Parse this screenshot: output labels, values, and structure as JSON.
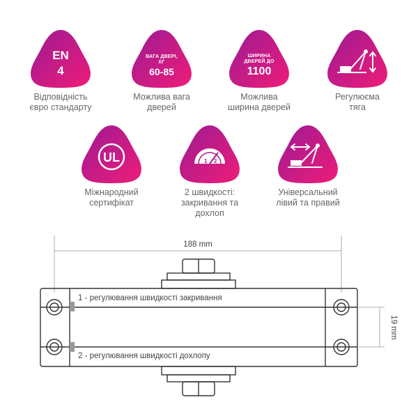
{
  "colors": {
    "grad_start": "#a0178f",
    "grad_end": "#ec1c7a",
    "text": "#666666",
    "line": "#333333"
  },
  "features": [
    {
      "id": "en4",
      "line1": "EN",
      "line2": "4",
      "caption_l1": "Відповідність",
      "caption_l2": "євро стандарту",
      "caption_l3": ""
    },
    {
      "id": "weight",
      "small1": "ВАГА ДВЕРІ,",
      "small2": "КГ",
      "value": "60-85",
      "caption_l1": "Можлива вага",
      "caption_l2": "дверей",
      "caption_l3": ""
    },
    {
      "id": "width",
      "small1": "ШИРИНА",
      "small2": "ДВЕРЕЙ ДО",
      "value": "1100",
      "caption_l1": "Можлива",
      "caption_l2": "ширина дверей",
      "caption_l3": ""
    },
    {
      "id": "thrust",
      "icon": "adjustable-arm-icon",
      "caption_l1": "Регулюєма",
      "caption_l2": "тяга",
      "caption_l3": ""
    },
    {
      "id": "ul",
      "icon": "ul-certificate-icon",
      "caption_l1": "Міжнародний",
      "caption_l2": "сертифікат",
      "caption_l3": ""
    },
    {
      "id": "speeds",
      "icon": "speed-gauge-icon",
      "gauge_1": "1",
      "gauge_2": "2",
      "caption_l1": "2 швидкості:",
      "caption_l2": "закривання та",
      "caption_l3": "дохлоп"
    },
    {
      "id": "universal",
      "icon": "universal-arm-icon",
      "caption_l1": "Універсальний",
      "caption_l2": "лівий та правий",
      "caption_l3": ""
    }
  ],
  "diagram": {
    "width_label": "188 mm",
    "height_label": "19 mm",
    "label_1": "1 - регулювання швидкості закривання",
    "label_2": "2 - регулювання швидкості дохлопу"
  }
}
